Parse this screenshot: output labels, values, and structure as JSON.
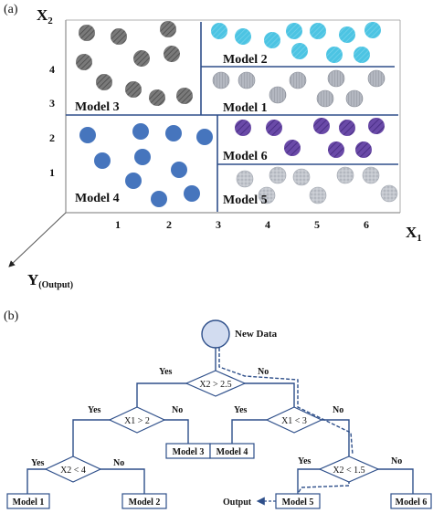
{
  "panel_a_label": "(a)",
  "panel_b_label": "(b)",
  "axes": {
    "x2_label": "X",
    "x2_sub": "2",
    "x1_label": "X",
    "x1_sub": "1",
    "y_label": "Y",
    "y_sub": "(Output)",
    "x1_ticks": [
      "1",
      "2",
      "3",
      "4",
      "5",
      "6"
    ],
    "x2_ticks": [
      "1",
      "2",
      "3",
      "4"
    ]
  },
  "regions": {
    "model1": "Model 1",
    "model2": "Model 2",
    "model3": "Model 3",
    "model4": "Model 4",
    "model5": "Model 5",
    "model6": "Model 6"
  },
  "colors": {
    "model2_cyan": "#4cc4e3",
    "model1_gray": "#a8acb6",
    "model3_dark": "#6b6b6b",
    "model4_blue": "#4675bd",
    "model6_purple": "#6a4aa8",
    "model5_light": "#c2c6cd",
    "line_blue": "#2e4f8a"
  },
  "tree": {
    "root": "New Data",
    "n1": "X2 > 2.5",
    "n2": "X1 > 2",
    "n3": "X1 < 3",
    "n4": "X2 < 4",
    "n5": "X2 < 1.5",
    "yes": "Yes",
    "no": "No",
    "leaf_model1": "Model 1",
    "leaf_model2": "Model 2",
    "leaf_model3": "Model 3",
    "leaf_model4": "Model 4",
    "leaf_model5": "Model 5",
    "leaf_model6": "Model 6",
    "output": "Output"
  }
}
